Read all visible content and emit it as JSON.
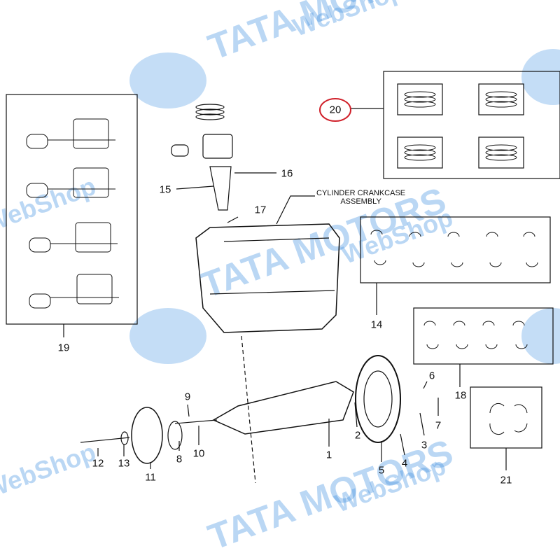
{
  "watermark": {
    "brand": "TATA MOTORS",
    "brand_short": "TATA",
    "sub": "WebShop",
    "color": "#3d8ee0"
  },
  "caption": {
    "line1": "CYLINDER CRANKCASE",
    "line2": "ASSEMBLY"
  },
  "highlight_color": "#d0202a",
  "callouts": [
    "1",
    "2",
    "3",
    "4",
    "5",
    "6",
    "7",
    "8",
    "9",
    "10",
    "11",
    "12",
    "13",
    "14",
    "15",
    "16",
    "17",
    "18",
    "19",
    "20",
    "21"
  ]
}
